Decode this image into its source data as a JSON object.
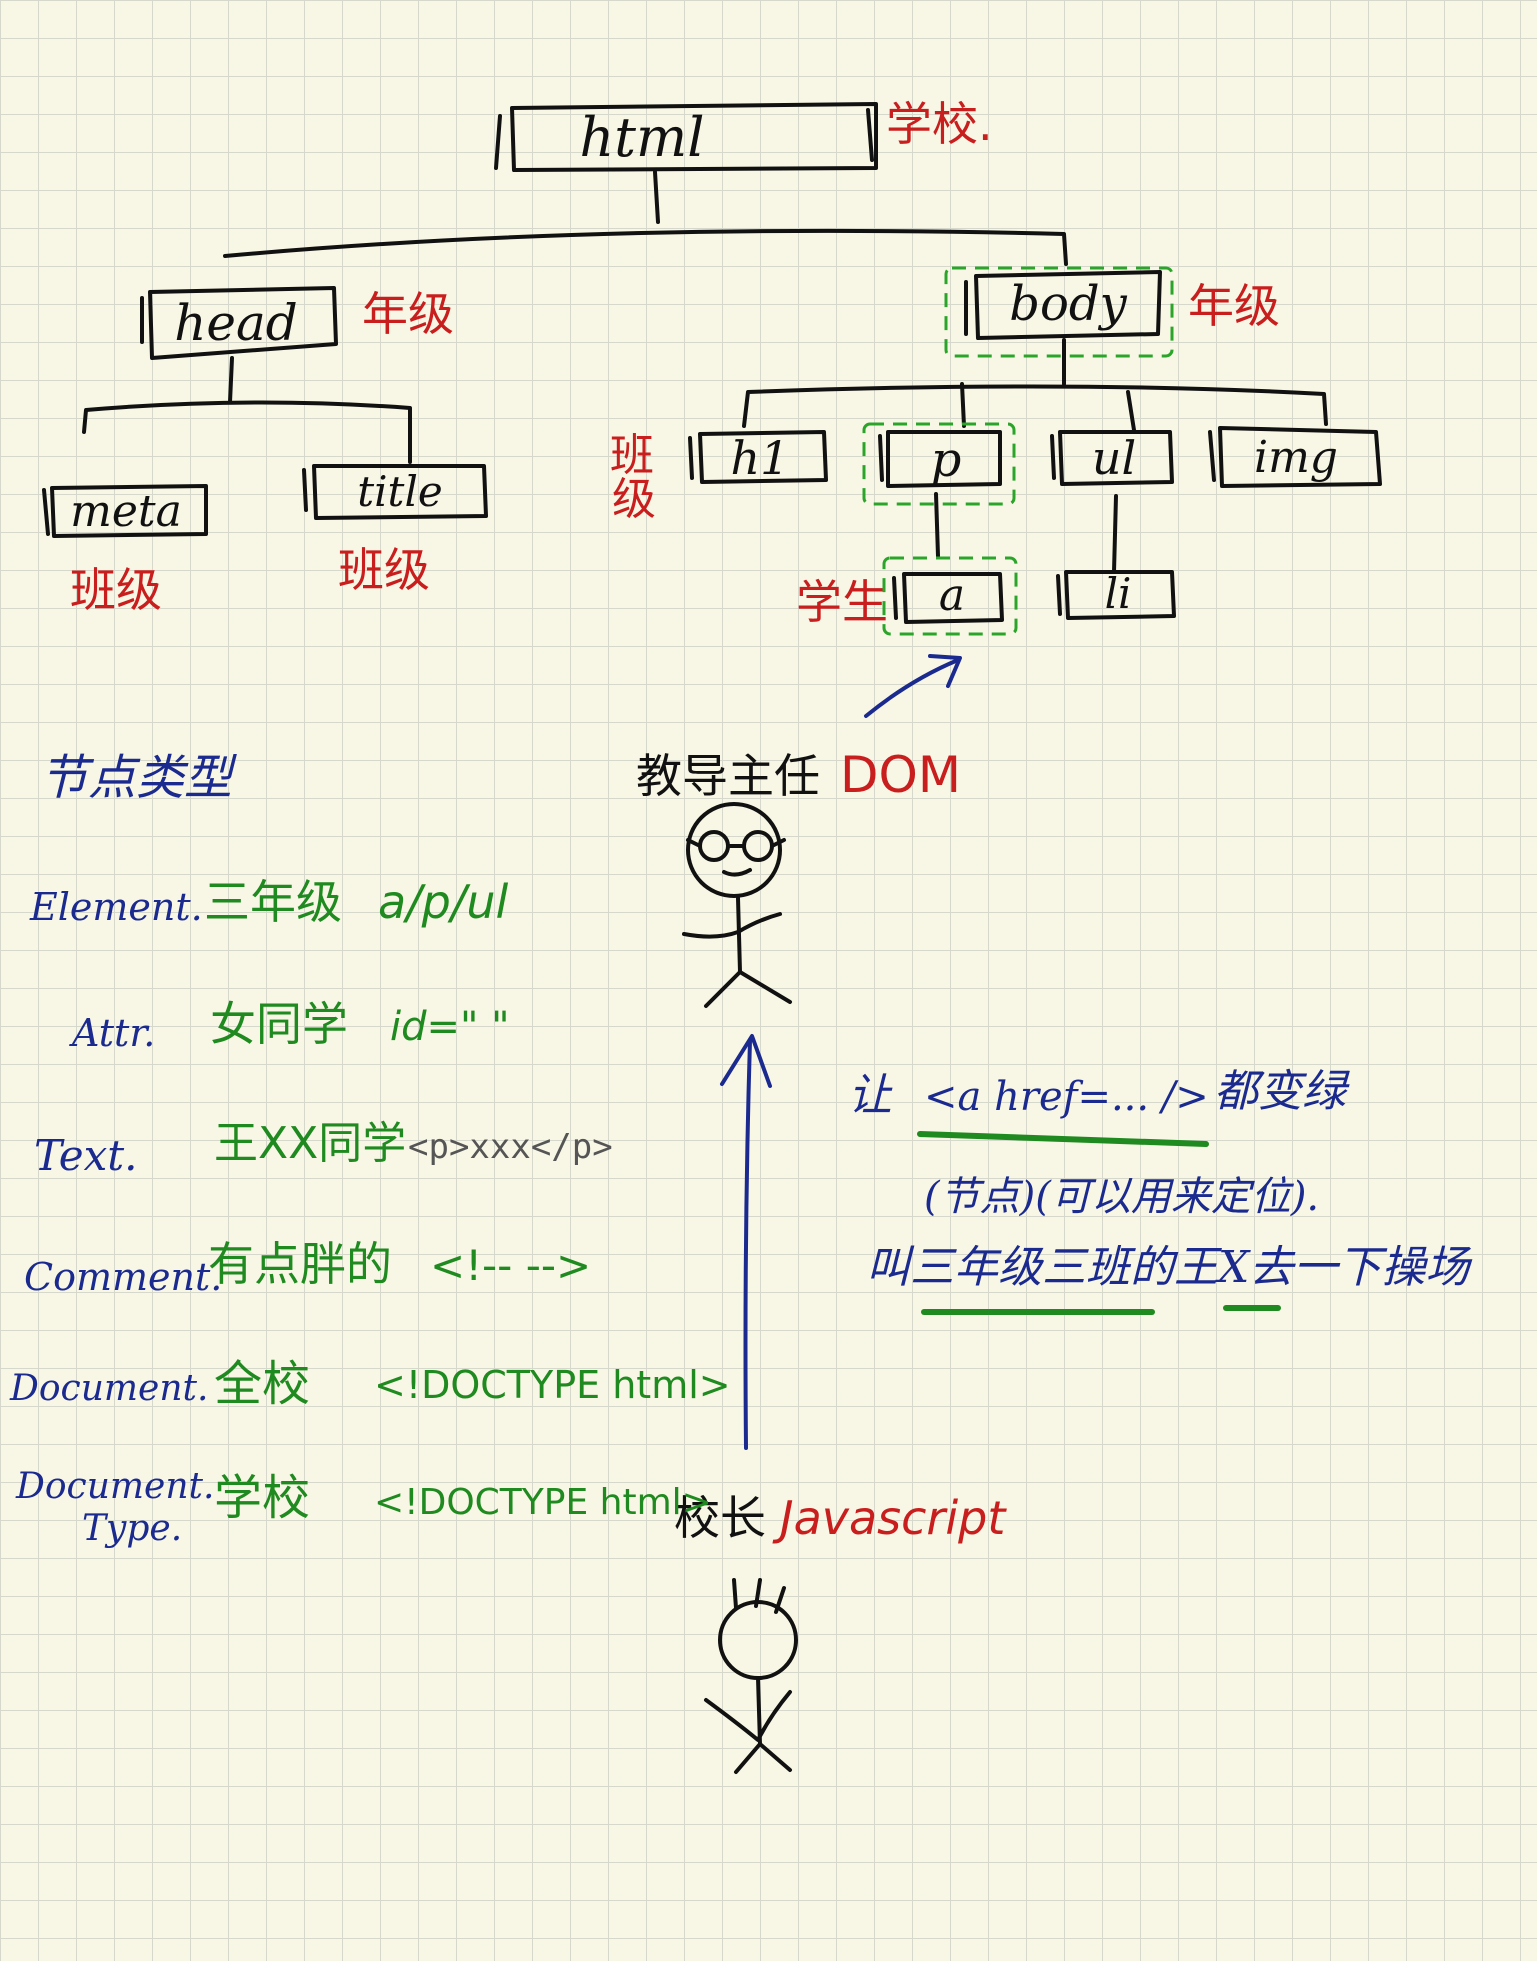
{
  "tree": {
    "nodes": {
      "html": "html",
      "head": "head",
      "body": "body",
      "meta": "meta",
      "title": "title",
      "h1": "h1",
      "p": "p",
      "ul": "ul",
      "img": "img",
      "a": "a",
      "li": "li"
    },
    "labels": {
      "html": "学校.",
      "head": "年级",
      "body": "年级",
      "meta": "班级",
      "title": "班级",
      "body_children_line1": "班",
      "body_children_line2": "级",
      "a": "学生"
    }
  },
  "analogy": {
    "teacher_label": "教导主任",
    "teacher_role": "DOM",
    "principal_label": "校长",
    "principal_role": "Javascript",
    "instruction_line1_prefix": "让",
    "instruction_line1_code": "<a href=... />",
    "instruction_line1_suffix": "都变绿",
    "instruction_line2": "(节点)(可以用来定位).",
    "instruction_line3": "叫三年级三班的王X去一下操场"
  },
  "node_types": {
    "title": "节点类型",
    "rows": [
      {
        "type": "Element.",
        "desc": "三年级",
        "example": "a/p/ul"
      },
      {
        "type": "Attr.",
        "desc": "女同学",
        "example": "id=\" \""
      },
      {
        "type": "Text.",
        "desc": "王XX同学",
        "example": "<p>xxx</p>"
      },
      {
        "type": "Comment.",
        "desc": "有点胖的",
        "example": "<!--    -->"
      },
      {
        "type": "Document.",
        "desc": "全校",
        "example": "<!DOCTYPE html>"
      },
      {
        "type_line1": "Document.",
        "type_line2": "Type.",
        "desc": "学校",
        "example": "<!DOCTYPE html>"
      }
    ]
  },
  "colors": {
    "ink": "#111111",
    "red": "#c81e1e",
    "blue": "#1a2a8f",
    "green": "#1f8a1f",
    "dashed_highlight": "#2aa52a",
    "paper": "#f8f6e4",
    "grid": "#d6d8cc"
  }
}
